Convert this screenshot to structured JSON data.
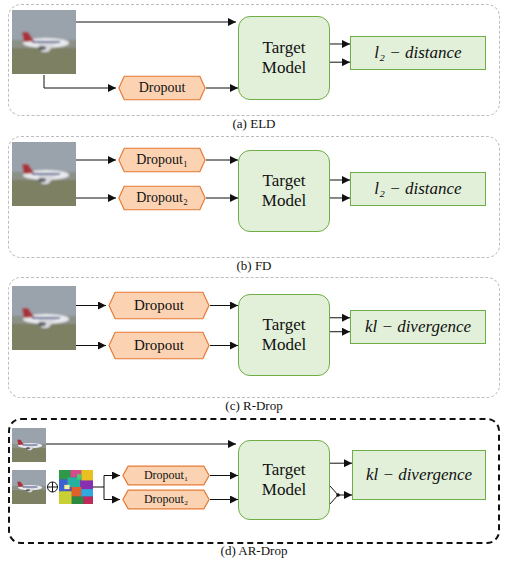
{
  "diagram": {
    "nodes": [
      {
        "text": [
          "(a) ELD"
        ]
      },
      {
        "text": [
          "Dropout"
        ],
        "in": 0
      },
      {
        "text": [
          "Target Model"
        ],
        "in": 0
      },
      {
        "text": [
          "l₂ − distance"
        ],
        "in": 0
      },
      {
        "text": [
          "(b) FD"
        ]
      },
      {
        "text": [
          "Dropout₁"
        ],
        "in": 4
      },
      {
        "text": [
          "Dropout₂"
        ],
        "in": 4
      },
      {
        "text": [
          "Target Model"
        ],
        "in": 4
      },
      {
        "text": [
          "l₂ − distance"
        ],
        "in": 4
      },
      {
        "text": [
          "(c) R-Drop"
        ]
      },
      {
        "text": [
          "Dropout"
        ],
        "in": 9
      },
      {
        "text": [
          "Dropout"
        ],
        "in": 9
      },
      {
        "text": [
          "Target Model"
        ],
        "in": 9
      },
      {
        "text": [
          "kl − divergence"
        ],
        "in": 9
      },
      {
        "text": [
          "(d) AR-Drop"
        ]
      },
      {
        "text": [
          "Dropout₁"
        ],
        "in": 14
      },
      {
        "text": [
          "Dropout₂"
        ],
        "in": 14
      },
      {
        "text": [
          "Target Model"
        ],
        "in": 14
      },
      {
        "text": [
          "kl − divergence"
        ],
        "in": 14
      }
    ],
    "edges": [
      {
        "from": 1,
        "to": 2,
        "arrow": "to"
      },
      {
        "from": 2,
        "to": 3,
        "arrow": "to"
      },
      {
        "from": 2,
        "to": 3,
        "arrow": "to"
      },
      {
        "from": 5,
        "to": 7,
        "arrow": "to"
      },
      {
        "from": 6,
        "to": 7,
        "arrow": "to"
      },
      {
        "from": 7,
        "to": 8,
        "arrow": "to"
      },
      {
        "from": 7,
        "to": 8,
        "arrow": "to"
      },
      {
        "from": 10,
        "to": 12,
        "arrow": "to"
      },
      {
        "from": 11,
        "to": 12,
        "arrow": "to"
      },
      {
        "from": 12,
        "to": 13,
        "arrow": "to"
      },
      {
        "from": 12,
        "to": 13,
        "arrow": "to"
      },
      {
        "from": 15,
        "to": 17,
        "arrow": "to"
      },
      {
        "from": 16,
        "to": 17,
        "arrow": "to"
      },
      {
        "from": 17,
        "to": 18,
        "arrow": "to"
      },
      {
        "from": 17,
        "to": 18,
        "arrow": "to"
      }
    ]
  }
}
